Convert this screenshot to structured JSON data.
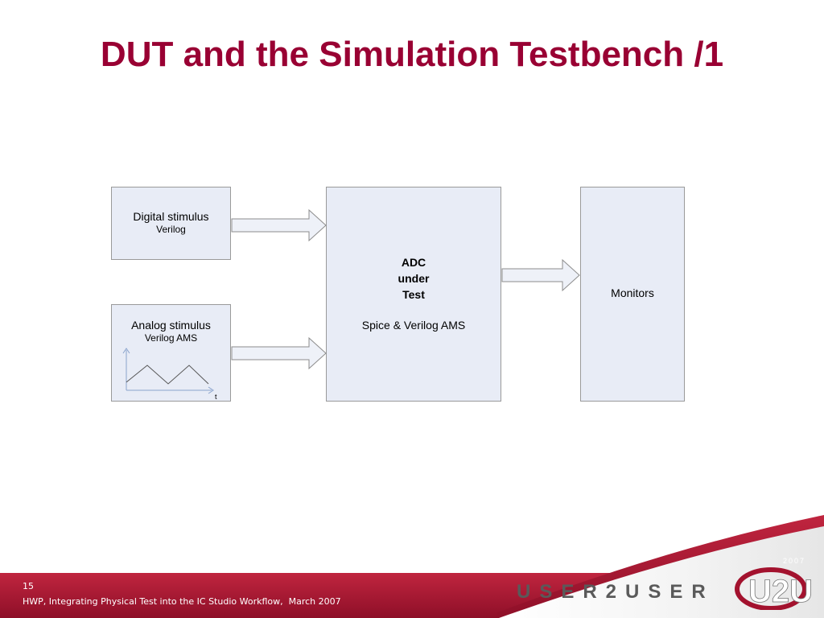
{
  "title": "DUT and the Simulation Testbench /1",
  "boxes": {
    "digital": {
      "label": "Digital stimulus",
      "sub": "Verilog"
    },
    "analog": {
      "label": "Analog stimulus",
      "sub": "Verilog AMS",
      "axis_label": "t"
    },
    "adc": {
      "line1": "ADC",
      "line2": "under",
      "line3": "Test",
      "desc": "Spice & Verilog AMS"
    },
    "monitors": {
      "label": "Monitors"
    }
  },
  "footer": {
    "slide_number": "15",
    "text": "HWP, Integrating Physical Test into the IC Studio Workflow,  March 2007"
  },
  "logo": {
    "wordmark": "USER2USER",
    "year": "2007",
    "mark": "U2U"
  },
  "colors": {
    "title": "#990033",
    "box_fill": "#e8ecf6",
    "box_border": "#9a9a9a",
    "footer_red": "#a3122e"
  }
}
